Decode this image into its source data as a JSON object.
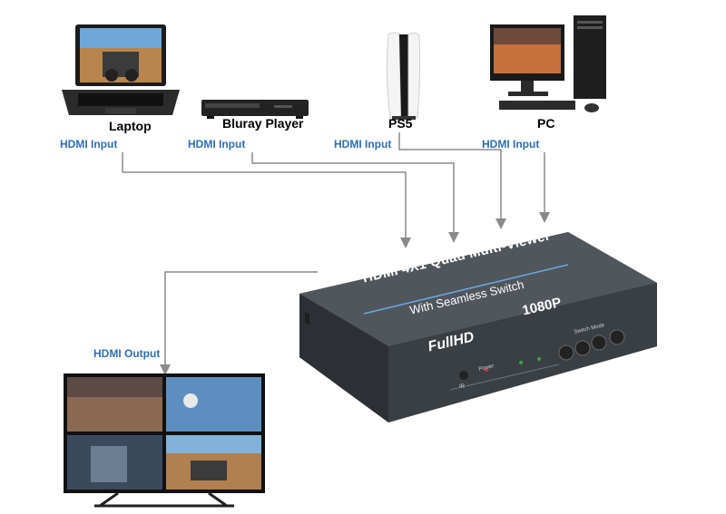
{
  "sources": [
    {
      "id": "laptop",
      "label": "Laptop",
      "port_label": "HDMI Input"
    },
    {
      "id": "bluray",
      "label": "Bluray Player",
      "port_label": "HDMI Input"
    },
    {
      "id": "ps5",
      "label": "PS5",
      "port_label": "HDMI Input"
    },
    {
      "id": "pc",
      "label": "PC",
      "port_label": "HDMI Input"
    }
  ],
  "output": {
    "label": "HDMI Output"
  },
  "device": {
    "title": "HDMI 4X1 Quad Multi-Viewer",
    "subtitle": "With Seamless Switch",
    "resolution": "1080P",
    "badge": "FullHD",
    "power_label": "Power",
    "mode_label": "Switch Mode",
    "ir_label": "IR"
  },
  "colors": {
    "accent": "#2a6fb8",
    "wire": "#8a8a8a",
    "case": "#4a4f54"
  }
}
